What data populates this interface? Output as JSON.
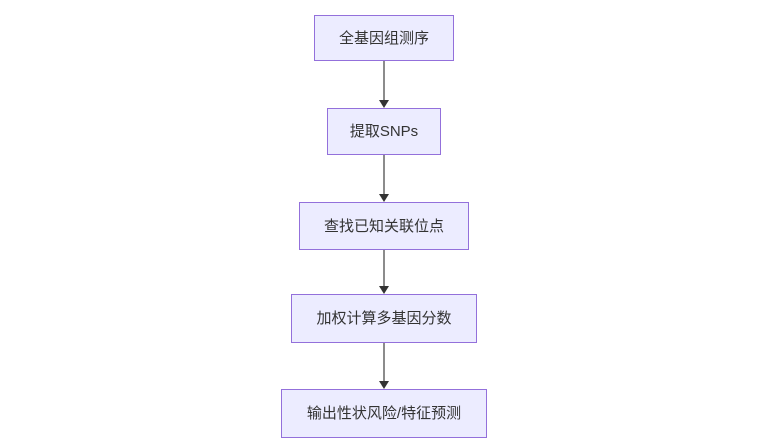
{
  "diagram": {
    "type": "flowchart",
    "direction": "top-down",
    "nodes": [
      {
        "id": "step-1",
        "label": "全基因组测序"
      },
      {
        "id": "step-2",
        "label": "提取SNPs"
      },
      {
        "id": "step-3",
        "label": "查找已知关联位点"
      },
      {
        "id": "step-4",
        "label": "加权计算多基因分数"
      },
      {
        "id": "step-5",
        "label": "输出性状风险/特征预测"
      }
    ],
    "edges": [
      {
        "from": "step-1",
        "to": "step-2"
      },
      {
        "from": "step-2",
        "to": "step-3"
      },
      {
        "from": "step-3",
        "to": "step-4"
      },
      {
        "from": "step-4",
        "to": "step-5"
      }
    ],
    "colors": {
      "background": "#ffffff",
      "node_fill": "#ECECFF",
      "node_border": "#9370DB",
      "text": "#333333",
      "edge_line": "#8c8c8c",
      "arrowhead": "#333333"
    }
  }
}
